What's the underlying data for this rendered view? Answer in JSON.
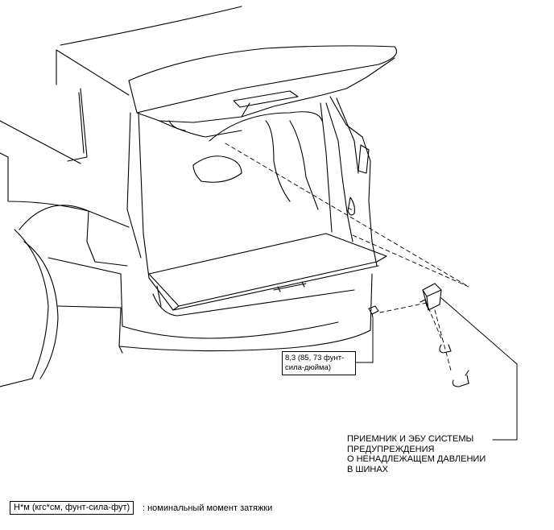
{
  "torque_spec": {
    "line1": "8,3 (85, 73 фунт-",
    "line2": "сила-дюйма)"
  },
  "part_label": {
    "lines": [
      "ПРИЕМНИК И ЭБУ СИСТЕМЫ",
      "ПРЕДУПРЕЖДЕНИЯ",
      "О НЕНАДЛЕЖАЩЕМ ДАВЛЕНИИ",
      "В ШИНАХ"
    ]
  },
  "legend": {
    "box_text": "Н*м (кгс*см, фунт-сила-фут)",
    "description": ": номинальный момент затяжки"
  }
}
